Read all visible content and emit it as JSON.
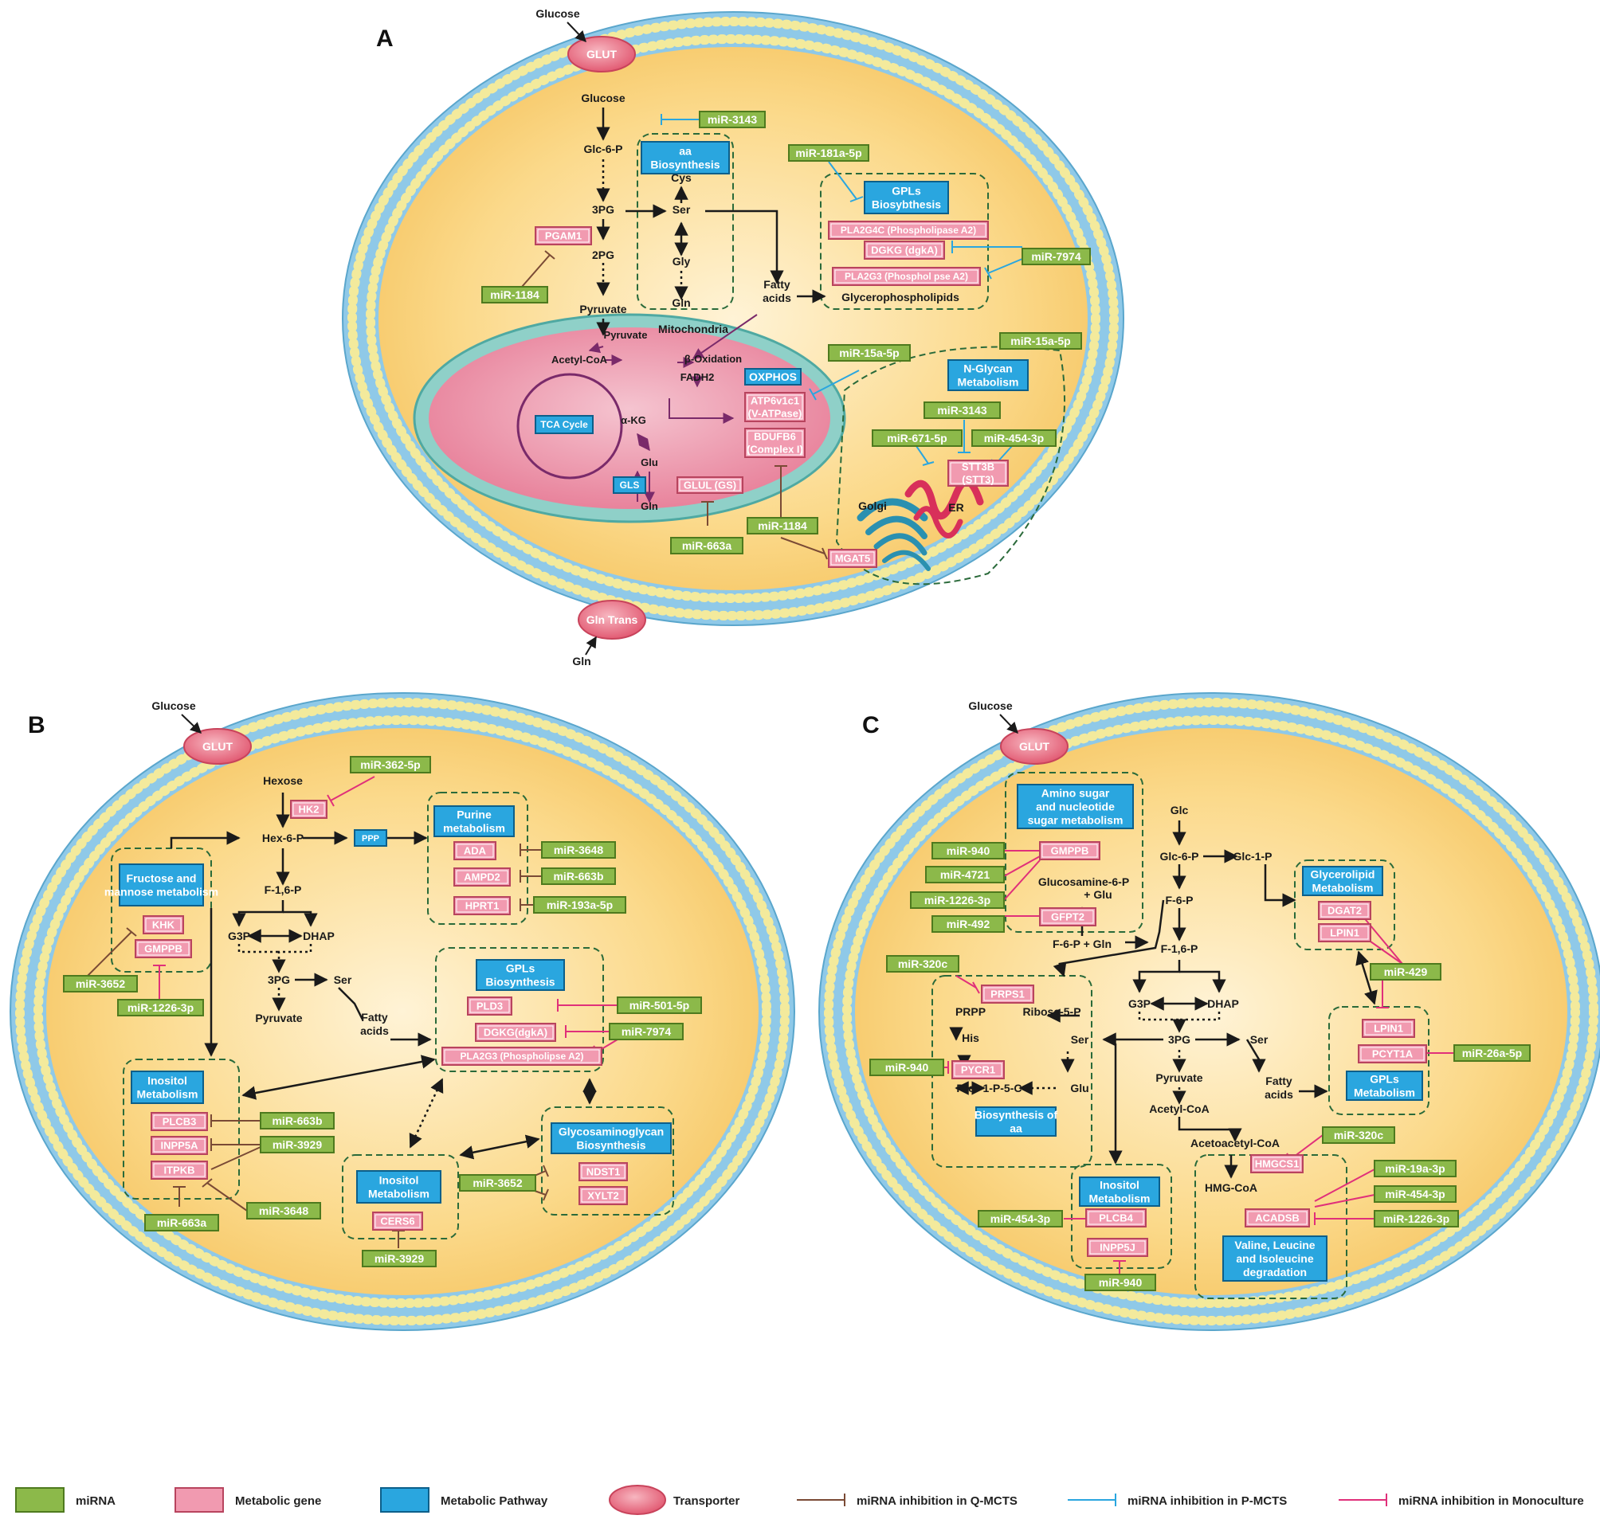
{
  "colors": {
    "membrane_outer": "#8fc9e8",
    "membrane_bead": "#f3ea9c",
    "cytoplasm": "#fbd98a",
    "cytoplasm_center": "#fff0c8",
    "mirna_fill": "#8cb94a",
    "gene_fill": "#f19ab0",
    "pathway_fill": "#2aa6df",
    "transporter_fill": "#ef7d8e",
    "q_mcts": "#7a4a35",
    "p_mcts": "#2aa6df",
    "monoculture": "#e0307a",
    "mito_fill": "#ea8aa0",
    "mito_outer": "#8fd0c8",
    "golgi": "#2a90b0",
    "er": "#d8305a"
  },
  "panels": {
    "A": {
      "letter": "A",
      "transporters": [
        {
          "label": "GLUT",
          "substrate": "Glucose"
        },
        {
          "label": "Gln Trans",
          "substrate": "Gln"
        }
      ],
      "metabolites": [
        "Glucose",
        "Glc-6-P",
        "3PG",
        "2PG",
        "Pyruvate",
        "Cys",
        "Ser",
        "Gly",
        "Gln",
        "Fatty acids",
        "Glycerophospholipids",
        "Pyruvate",
        "Acetyl-CoA",
        "β-Oxidation",
        "FADH2",
        "α-KG",
        "Glu",
        "Gln",
        "Mitochondria",
        "Golgi",
        "ER"
      ],
      "pathways": [
        "aa Biosynthesis",
        "GPLs Biosybthesis",
        "OXPHOS",
        "N-Glycan Metabolism",
        "TCA Cycle",
        "GLS"
      ],
      "genes": [
        "PGAM1",
        "PLA2G4C (Phospholipase A2)",
        "DGKG (dgkA)",
        "PLA2G3 (Phosphol pse A2)",
        "ATP6v1c1 (V-ATPase)",
        "BDUFB6 (Complex I)",
        "GLUL (GS)",
        "STT3B (STT3)",
        "MGAT5"
      ],
      "mirnas": [
        "miR-3143",
        "miR-181a-5p",
        "miR-7974",
        "miR-1184",
        "miR-15a-5p",
        "miR-15a-5p",
        "miR-3143",
        "miR-671-5p",
        "miR-454-3p",
        "miR-1184",
        "miR-663a"
      ]
    },
    "B": {
      "letter": "B",
      "transporter": {
        "label": "GLUT",
        "substrate": "Glucose"
      },
      "metabolites": [
        "Hexose",
        "Hex-6-P",
        "F-1,6-P",
        "G3P",
        "DHAP",
        "3PG",
        "Ser",
        "Pyruvate",
        "Fatty acids"
      ],
      "pathways": [
        "PPP",
        "Purine metabolism",
        "Fructose and mannose metabolism",
        "GPLs Biosynthesis",
        "Inositol Metabolism",
        "Inositol Metabolism",
        "Glycosaminoglycan Biosynthesis"
      ],
      "genes": [
        "HK2",
        "ADA",
        "AMPD2",
        "HPRT1",
        "KHK",
        "GMPPB",
        "PLD3",
        "DGKG(dgkA)",
        "PLA2G3 (Phospholipse A2)",
        "PLCB3",
        "INPP5A",
        "ITPKB",
        "NDST1",
        "XYLT2",
        "CERS6"
      ],
      "mirnas": [
        "miR-362-5p",
        "miR-3648",
        "miR-663b",
        "miR-193a-5p",
        "miR-3652",
        "miR-1226-3p",
        "miR-501-5p",
        "miR-7974",
        "miR-663b",
        "miR-3929",
        "miR-3648",
        "miR-663a",
        "miR-3652",
        "miR-3929"
      ]
    },
    "C": {
      "letter": "C",
      "transporter": {
        "label": "GLUT",
        "substrate": "Glucose"
      },
      "metabolites": [
        "Glc",
        "Glc-6-P",
        "Glc-1-P",
        "F-6-P",
        "F-1,6-P",
        "Glucosamine-6-P",
        "+ Glu",
        "F-6-P + Gln",
        "PRPP",
        "Ribose-5-P",
        "His",
        "Ser",
        "Pro",
        "1-P-5-C",
        "Glu",
        "G3P",
        "DHAP",
        "3PG",
        "Ser",
        "Pyruvate",
        "Acetyl-CoA",
        "Acetoacetyl-CoA",
        "HMG-CoA",
        "Fatty acids"
      ],
      "pathways": [
        "Amino sugar and nucleotide sugar metabolism",
        "Glycerolipid Metabolism",
        "GPLs Metabolism",
        "Biosynthesis of aa",
        "Inositol Metabolism",
        "Valine, Leucine and Isoleucine degradation"
      ],
      "genes": [
        "GMPPB",
        "GFPT2",
        "DGAT2",
        "LPIN1",
        "LPIN1",
        "PCYT1A",
        "PRPS1",
        "PYCR1",
        "HMGCS1",
        "ACADSB",
        "PLCB4",
        "INPP5J"
      ],
      "mirnas": [
        "miR-940",
        "miR-4721",
        "miR-1226-3p",
        "miR-492",
        "miR-320c",
        "miR-429",
        "miR-26a-5p",
        "miR-940",
        "miR-320c",
        "miR-19a-3p",
        "miR-454-3p",
        "miR-1226-3p",
        "miR-454-3p",
        "miR-940"
      ]
    }
  },
  "legend": [
    {
      "kind": "mirna",
      "label": "miRNA"
    },
    {
      "kind": "gene",
      "label": "Metabolic gene"
    },
    {
      "kind": "pathway",
      "label": "Metabolic Pathway"
    },
    {
      "kind": "transporter",
      "label": "Transporter"
    },
    {
      "kind": "q",
      "label": "miRNA inhibition in Q-MCTS"
    },
    {
      "kind": "p",
      "label": "miRNA inhibition in P-MCTS"
    },
    {
      "kind": "m",
      "label": "miRNA inhibition in Monoculture"
    }
  ]
}
